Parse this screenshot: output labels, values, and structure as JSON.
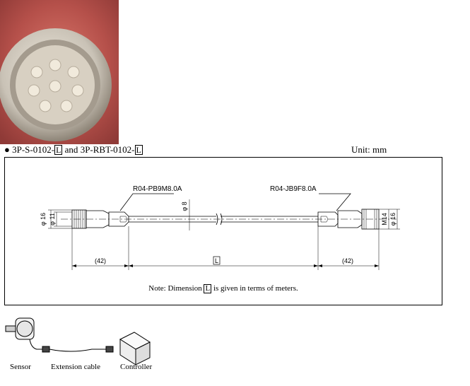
{
  "heading": {
    "bullet": "●",
    "part_a": "3P-S-0102-",
    "box_symbol": "L",
    "joiner": " and ",
    "part_b": "3P-RBT-0102-",
    "unit": "Unit: mm"
  },
  "drawing": {
    "left_connector": "R04-PB9M8.0A",
    "right_connector": "R04-JB9F8.0A",
    "phi16_left": "φ 16",
    "phi11": "φ 11",
    "phi8": "φ 8",
    "m14": "M14",
    "phi16_right": "φ 16",
    "dim_left": "(42)",
    "dim_length": "L",
    "dim_right": "(42)"
  },
  "note": {
    "prefix": "Note: Dimension ",
    "box_symbol": "L",
    "suffix": " is given in terms of meters."
  },
  "system": {
    "sensor": "Sensor",
    "cable": "Extension cable",
    "controller": "Controller"
  },
  "colors": {
    "photo_bg": "#b5504a",
    "connector_metal": "#c9c2b6",
    "pin": "#f1eadc"
  }
}
